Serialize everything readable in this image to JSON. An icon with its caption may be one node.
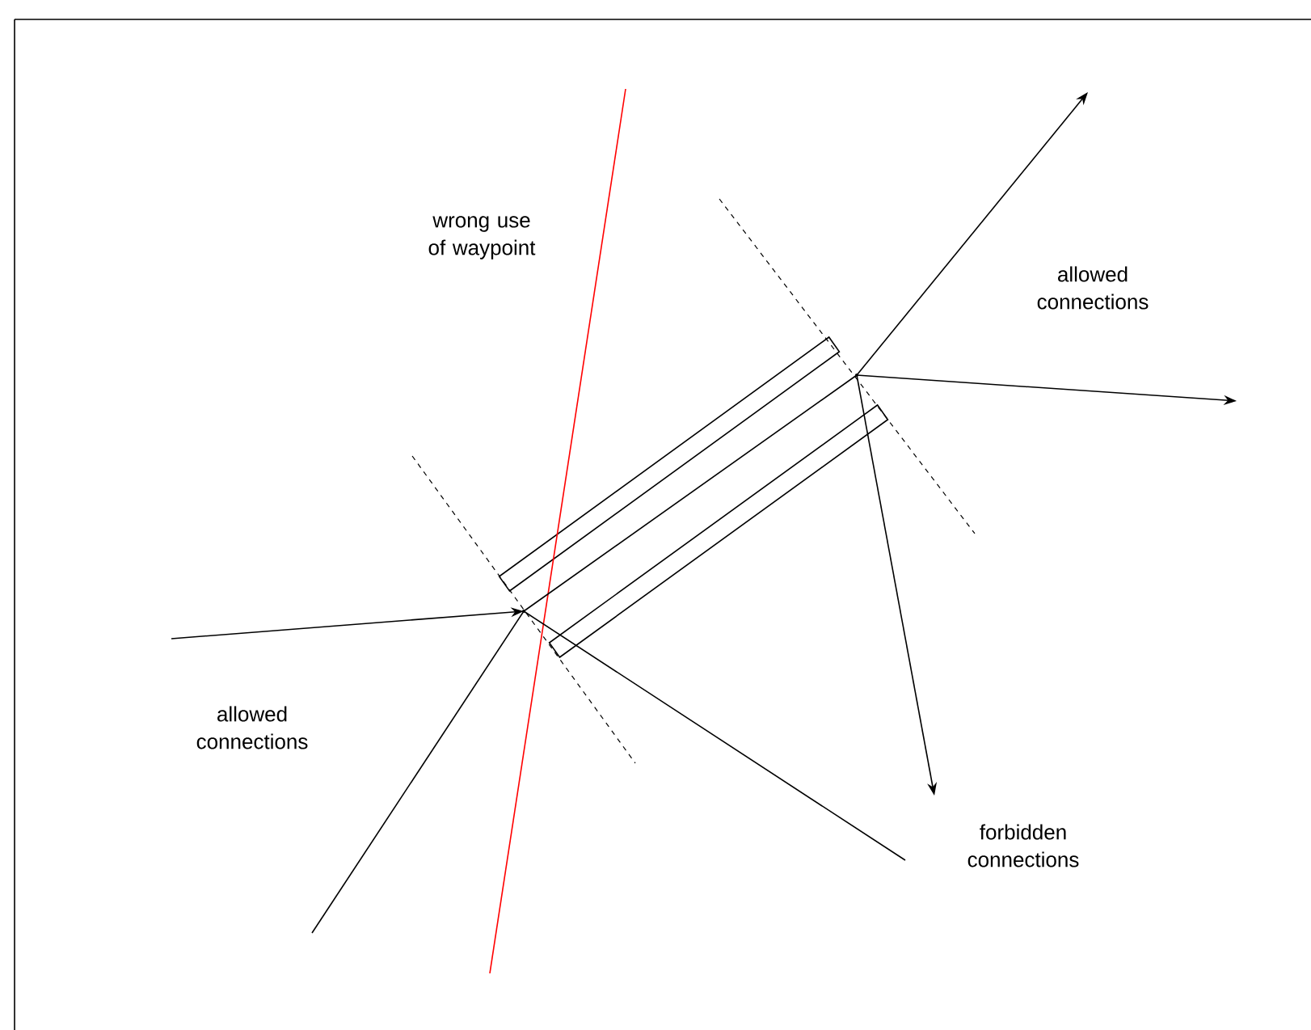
{
  "diagram": {
    "nodes": [
      {
        "text": [],
        "shape": "dot"
      },
      {
        "text": [],
        "shape": "dot"
      }
    ],
    "edges": [
      {
        "from": null,
        "to": 0,
        "arrow": "to"
      },
      {
        "from": null,
        "to": 0,
        "arrow": "none"
      },
      {
        "from": 0,
        "to": null,
        "arrow": "none"
      },
      {
        "from": 0,
        "to": 1,
        "arrow": "none"
      },
      {
        "from": 1,
        "to": null,
        "arrow": "to"
      },
      {
        "from": 1,
        "to": null,
        "arrow": "to"
      },
      {
        "from": 1,
        "to": null,
        "arrow": "to"
      }
    ],
    "labels": [
      "wrong use of waypoint",
      "allowed connections",
      "allowed connections",
      "forbidden connections"
    ]
  }
}
